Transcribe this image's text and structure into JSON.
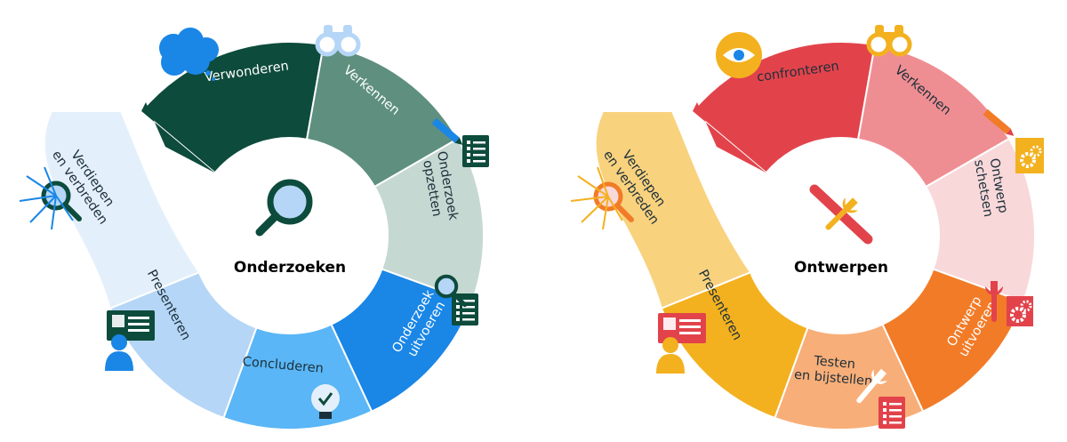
{
  "diagrams": [
    {
      "title": "Onderzoeken",
      "segments": [
        {
          "label": "Verwonderen",
          "color": "#0d4b3c",
          "text_color": "#ffffff"
        },
        {
          "label": "Verkennen",
          "color": "#5e8f7f",
          "text_color": "#ffffff"
        },
        {
          "label": "Onderzoek opzetten",
          "color": "#c6d8d2",
          "text_color": "#1c2f3a"
        },
        {
          "label": "Onderzoek uitvoeren",
          "color": "#1a86e6",
          "text_color": "#ffffff"
        },
        {
          "label": "Concluderen",
          "color": "#5ab6f6",
          "text_color": "#1c2f3a"
        },
        {
          "label": "Presenteren",
          "color": "#b5d6f6",
          "text_color": "#1c2f3a"
        },
        {
          "label": "Verdiepen en verbreden",
          "color": "#e3f0fc",
          "text_color": "#1c2f3a"
        }
      ]
    },
    {
      "title": "Ontwerpen",
      "segments": [
        {
          "label": "confronteren",
          "color": "#e2434b",
          "text_color": "#1c2f3a"
        },
        {
          "label": "Verkennen",
          "color": "#ef8e92",
          "text_color": "#1c2f3a"
        },
        {
          "label": "Ontwerp schetsen",
          "color": "#f9d8da",
          "text_color": "#1c2f3a"
        },
        {
          "label": "Ontwerp uitvoeren",
          "color": "#f27b27",
          "text_color": "#ffffff"
        },
        {
          "label": "Testen en bijstellen",
          "color": "#f8ae78",
          "text_color": "#1c2f3a"
        },
        {
          "label": "Presenteren",
          "color": "#f3b11f",
          "text_color": "#1c2f3a"
        },
        {
          "label": "Verdiepen en verbreden",
          "color": "#f9d27e",
          "text_color": "#1c2f3a"
        }
      ]
    }
  ],
  "icons": [
    "thought-cloud-icon",
    "binoculars-icon",
    "checklist-icon",
    "magnifier-icon",
    "lightbulb-icon",
    "id-card-icon",
    "eye-icon",
    "gears-icon",
    "wrench-icon",
    "pencil-icon",
    "pencil-ruler-icon"
  ]
}
